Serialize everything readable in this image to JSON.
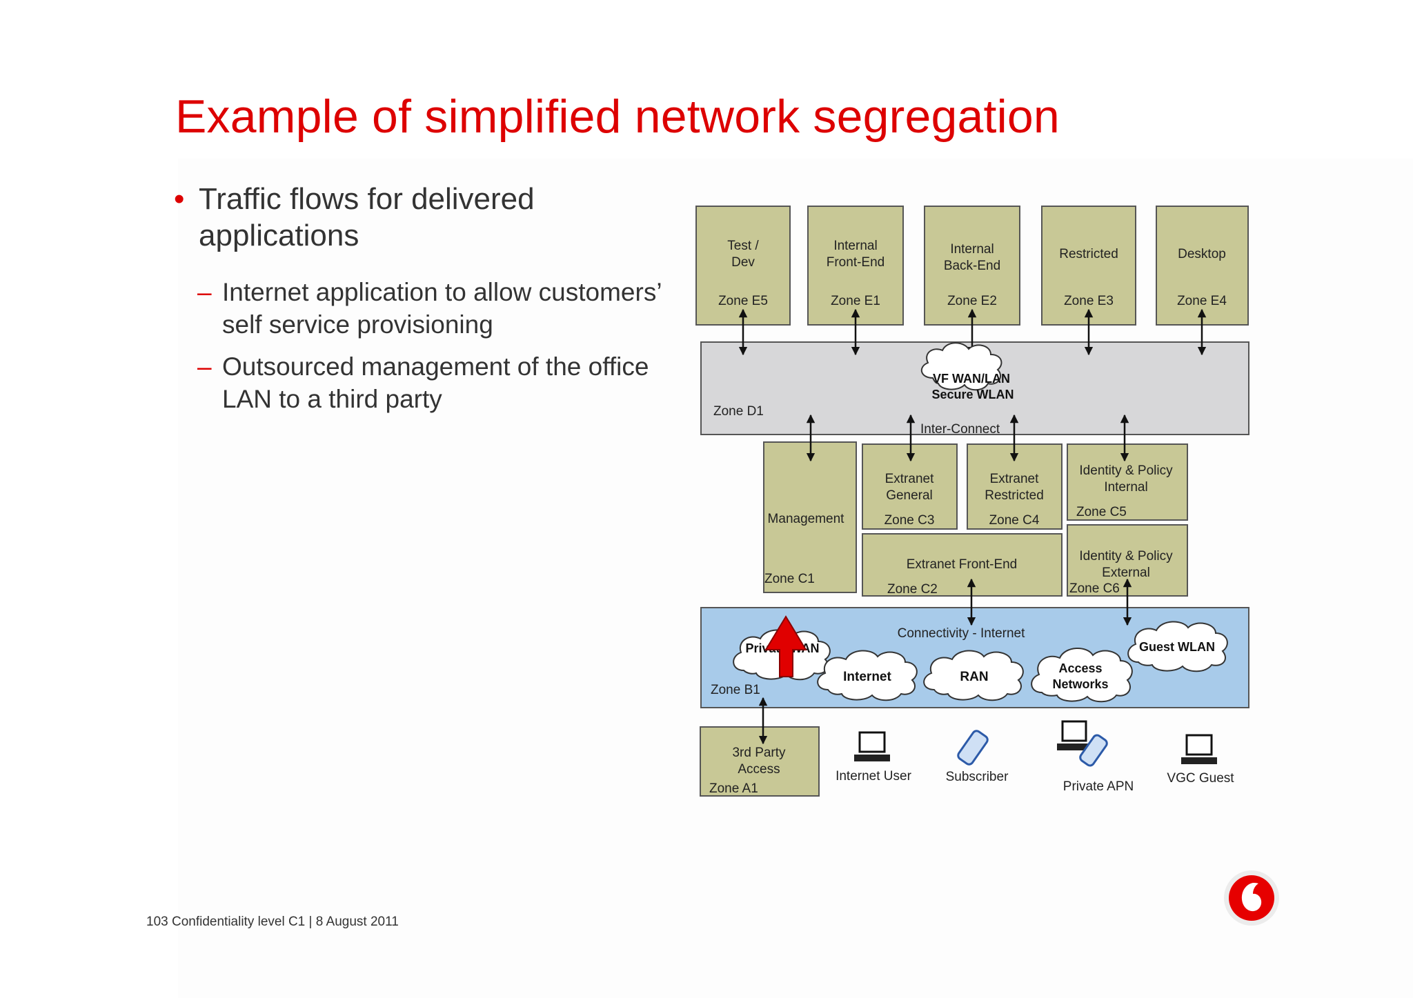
{
  "slide": {
    "title": "Example of simplified network segregation",
    "bullet": "Traffic flows for delivered applications",
    "sub_bullets": [
      "Internet application to allow customers’ self service provisioning",
      "Outsourced management of the office LAN to a third party"
    ],
    "footer": "103 Confidentiality level  C1 |   8 August 2011"
  },
  "diagram": {
    "zones_e": [
      {
        "name": [
          "Test /",
          "Dev"
        ],
        "zone": "Zone E5"
      },
      {
        "name": [
          "Internal",
          "Front-End"
        ],
        "zone": "Zone E1"
      },
      {
        "name": [
          "Internal",
          "Back-End"
        ],
        "zone": "Zone E2"
      },
      {
        "name": [
          "Restricted"
        ],
        "zone": "Zone E3"
      },
      {
        "name": [
          "Desktop"
        ],
        "zone": "Zone E4"
      }
    ],
    "zone_d": {
      "zone": "Zone D1",
      "cloud": [
        "VF WAN/LAN",
        "Secure WLAN"
      ],
      "label": "Inter-Connect"
    },
    "zones_c": {
      "management": {
        "name": "Management",
        "zone": "Zone C1"
      },
      "extranet_general": {
        "name": [
          "Extranet",
          "General"
        ],
        "zone": "Zone C3"
      },
      "extranet_restricted": {
        "name": [
          "Extranet",
          "Restricted"
        ],
        "zone": "Zone C4"
      },
      "identity_internal": {
        "name": [
          "Identity & Policy",
          "Internal"
        ],
        "zone": "Zone C5"
      },
      "extranet_frontend": {
        "name": "Extranet Front-End",
        "zone": "Zone C2"
      },
      "identity_external": {
        "name": [
          "Identity & Policy",
          "External"
        ],
        "zone": "Zone C6"
      }
    },
    "zone_b": {
      "zone": "Zone B1",
      "label": "Connectivity - Internet",
      "clouds": [
        {
          "label": [
            "Private WAN"
          ]
        },
        {
          "label": [
            "Internet"
          ]
        },
        {
          "label": [
            "RAN"
          ]
        },
        {
          "label": [
            "Access",
            "Networks"
          ]
        },
        {
          "label": [
            "Guest WLAN"
          ]
        }
      ]
    },
    "zone_a": {
      "name": [
        "3rd Party",
        "Access"
      ],
      "zone": "Zone A1"
    },
    "endpoints": [
      {
        "label": "Internet User",
        "icon": "laptop-icon"
      },
      {
        "label": "Subscriber",
        "icon": "mobile-phone-icon"
      },
      {
        "label": "Private APN",
        "icon": "laptop-phone-icon"
      },
      {
        "label": "VGC Guest",
        "icon": "laptop-icon"
      }
    ]
  },
  "colors": {
    "title": "#dd0000",
    "zone_fill": "#c8c896",
    "zone_d_fill": "#d7d7d9",
    "zone_b_fill": "#a8cbea",
    "highlight_arrow": "#e00000"
  }
}
